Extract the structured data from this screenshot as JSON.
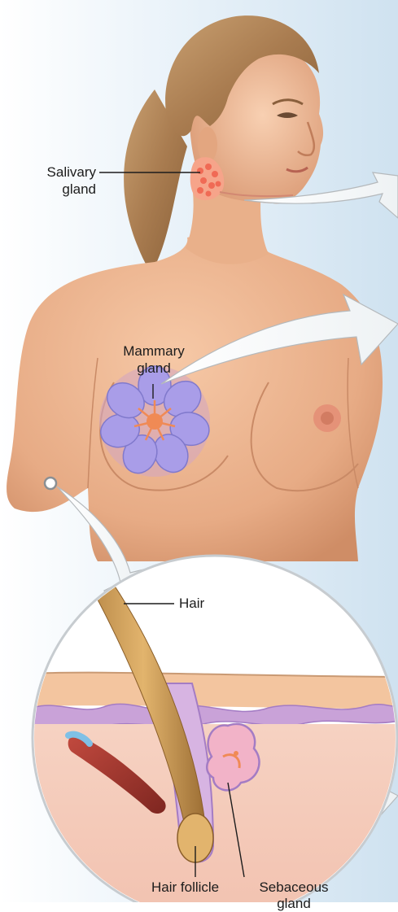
{
  "labels": {
    "salivary_line1": "Salivary",
    "salivary_line2": "gland",
    "mammary_line1": "Mammary",
    "mammary_line2": "gland",
    "hair": "Hair",
    "hair_follicle": "Hair follicle",
    "sebaceous_line1": "Sebaceous",
    "sebaceous_line2": "gland"
  }
}
